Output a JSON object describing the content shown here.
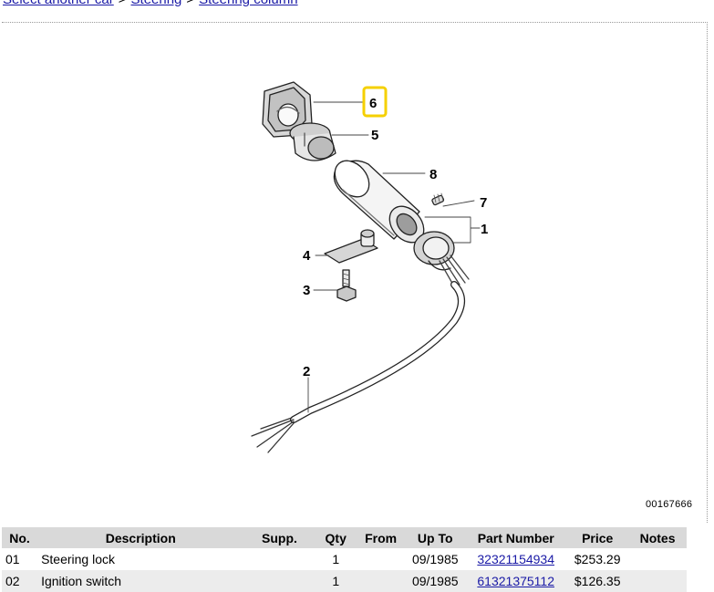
{
  "breadcrumb": {
    "items": [
      "Select another car",
      "Steering",
      "Steering column"
    ],
    "separator": ">"
  },
  "diagram": {
    "id": "00167666",
    "highlighted_callout": "6",
    "callouts": [
      "6",
      "5",
      "8",
      "7",
      "1",
      "4",
      "3",
      "2"
    ],
    "highlight_color": "#f5d000"
  },
  "table": {
    "headers": [
      "No.",
      "Description",
      "Supp.",
      "Qty",
      "From",
      "Up To",
      "Part Number",
      "Price",
      "Notes"
    ],
    "rows": [
      {
        "no": "01",
        "description": "Steering lock",
        "supp": "",
        "qty": "1",
        "from": "",
        "up_to": "09/1985",
        "part_number": "32321154934",
        "price": "$253.29",
        "notes": ""
      },
      {
        "no": "02",
        "description": "Ignition switch",
        "supp": "",
        "qty": "1",
        "from": "",
        "up_to": "09/1985",
        "part_number": "61321375112",
        "price": "$126.35",
        "notes": ""
      }
    ]
  },
  "colors": {
    "link": "#1a1aa6",
    "header_bg": "#d9d9d9",
    "row_alt_bg": "#ececec"
  }
}
